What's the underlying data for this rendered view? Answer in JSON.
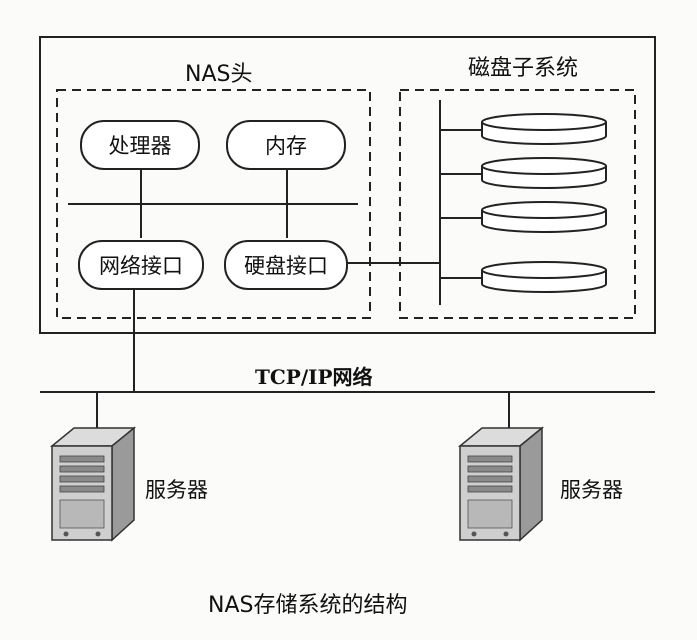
{
  "diagram": {
    "nas_head_title": "NAS头",
    "disk_subsystem_title": "磁盘子系统",
    "processor_label": "处理器",
    "memory_label": "内存",
    "network_interface_label": "网络接口",
    "disk_interface_label": "硬盘接口",
    "network_label": "TCP/IP网络",
    "server_left_label": "服务器",
    "server_right_label": "服务器",
    "caption": "NAS存储系统的结构",
    "disk_count": 4
  }
}
